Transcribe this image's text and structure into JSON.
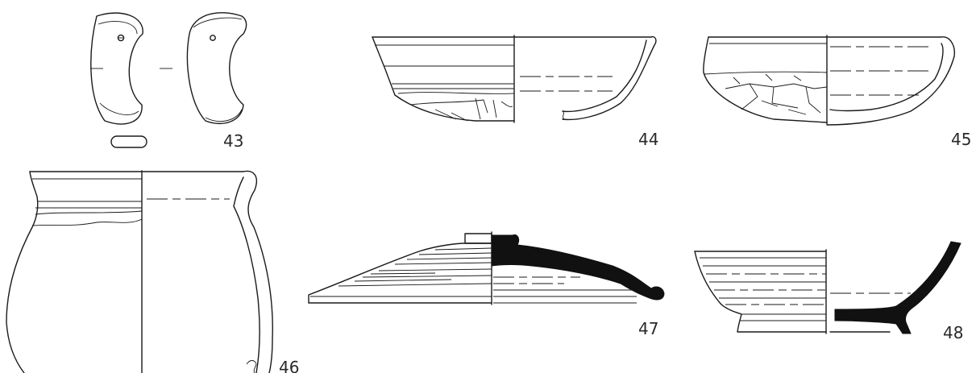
{
  "figures": [
    {
      "id": "fig-43",
      "label": "43"
    },
    {
      "id": "fig-44",
      "label": "44"
    },
    {
      "id": "fig-45",
      "label": "45"
    },
    {
      "id": "fig-46",
      "label": "46"
    },
    {
      "id": "fig-47",
      "label": "47"
    },
    {
      "id": "fig-48",
      "label": "48"
    }
  ],
  "colors": {
    "ink": "#1a1a1a",
    "section_fill": "#111111",
    "background": "#ffffff"
  }
}
